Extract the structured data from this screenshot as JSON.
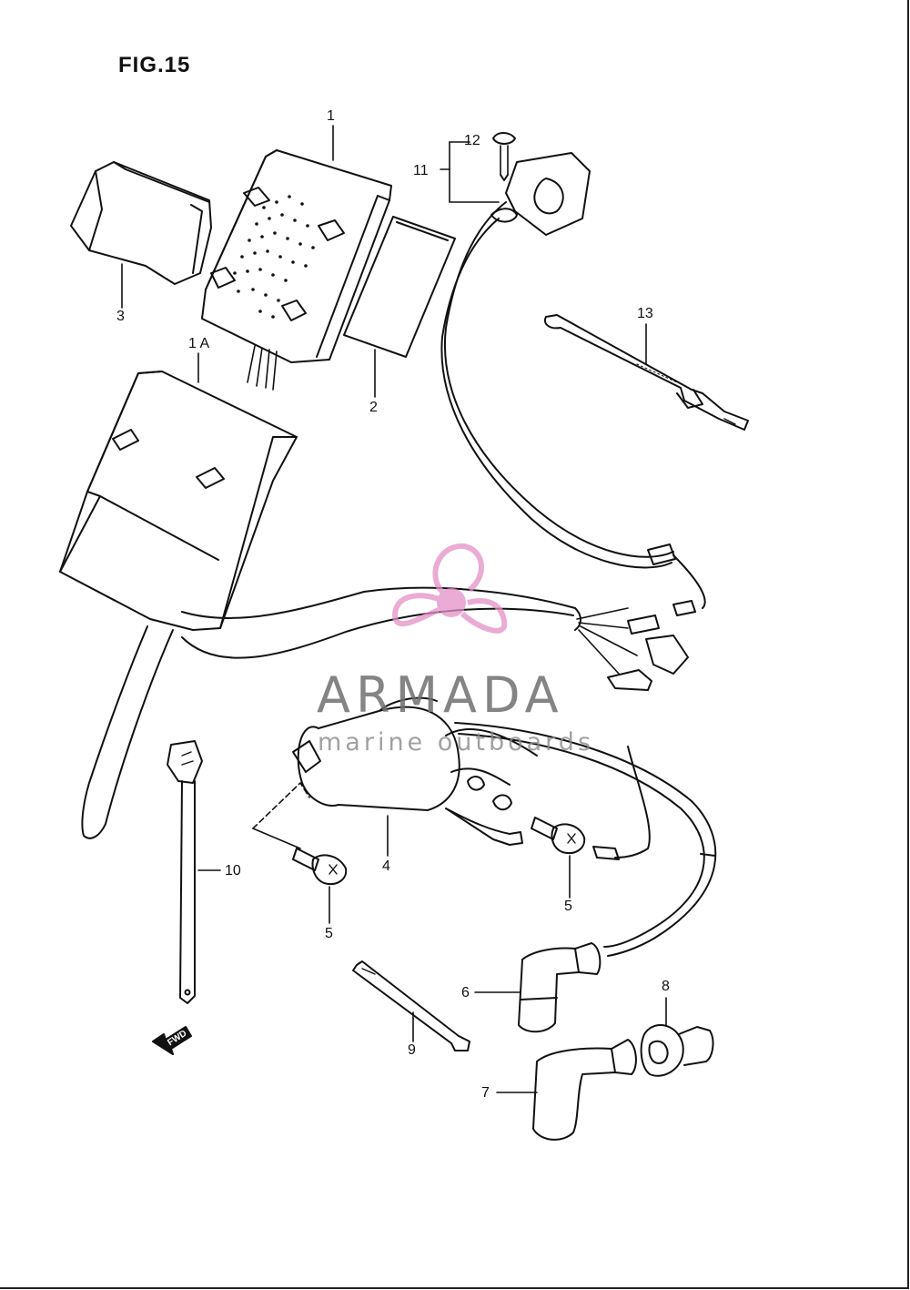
{
  "figure": {
    "title": "FIG.15"
  },
  "callouts": {
    "c1": "1",
    "c1a": "1 A",
    "c2": "2",
    "c3": "3",
    "c4": "4",
    "c5a": "5",
    "c5b": "5",
    "c6": "6",
    "c7": "7",
    "c8": "8",
    "c9": "9",
    "c10": "10",
    "c11": "11",
    "c12": "12",
    "c13": "13"
  },
  "markings": {
    "fwd": "FWD"
  },
  "watermark": {
    "name": "ARMADA",
    "tagline": "marine outboards",
    "color": "#e38fc6"
  },
  "colors": {
    "ink": "#111111",
    "background": "#ffffff"
  }
}
